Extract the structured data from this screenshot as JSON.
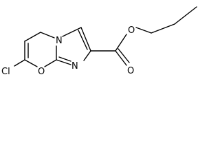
{
  "atoms": {
    "chlorine": "Cl",
    "ring_oxygen": "O",
    "bridge_nitrogen": "N",
    "imidazole_nitrogen": "N",
    "carbonyl_oxygen": "O",
    "ester_oxygen": "O"
  }
}
